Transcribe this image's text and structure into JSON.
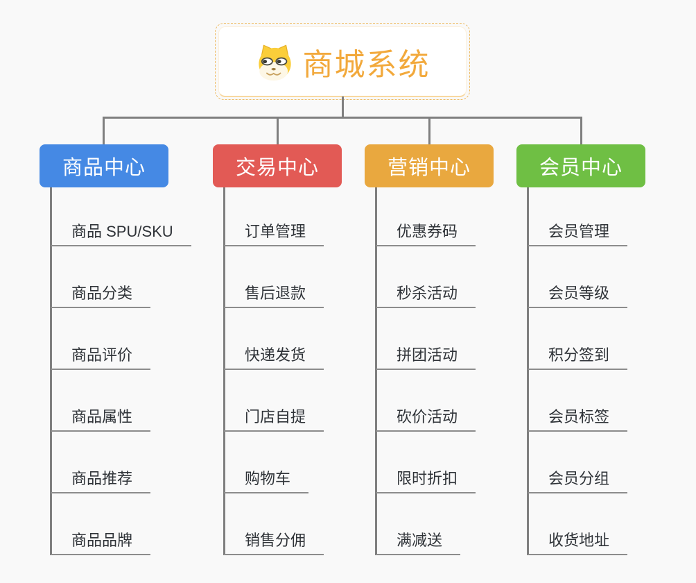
{
  "root": {
    "title": "商城系统",
    "icon": "doge-icon"
  },
  "branches": [
    {
      "label": "商品中心",
      "color": "#4589e4",
      "children": [
        "商品 SPU/SKU",
        "商品分类",
        "商品评价",
        "商品属性",
        "商品推荐",
        "商品品牌"
      ]
    },
    {
      "label": "交易中心",
      "color": "#e25a55",
      "children": [
        "订单管理",
        "售后退款",
        "快递发货",
        "门店自提",
        "购物车",
        "销售分佣"
      ]
    },
    {
      "label": "营销中心",
      "color": "#e9a83f",
      "children": [
        "优惠券码",
        "秒杀活动",
        "拼团活动",
        "砍价活动",
        "限时折扣",
        "满减送"
      ]
    },
    {
      "label": "会员中心",
      "color": "#6fbf44",
      "children": [
        "会员管理",
        "会员等级",
        "积分签到",
        "会员标签",
        "会员分组",
        "收货地址"
      ]
    }
  ],
  "colors": {
    "background": "#f9f9f9",
    "connector": "#7f7f7f",
    "underline": "#8c8c8c",
    "leaf_text": "#2f3338",
    "root_text": "#f2a93c",
    "root_border": "#eebb63"
  }
}
